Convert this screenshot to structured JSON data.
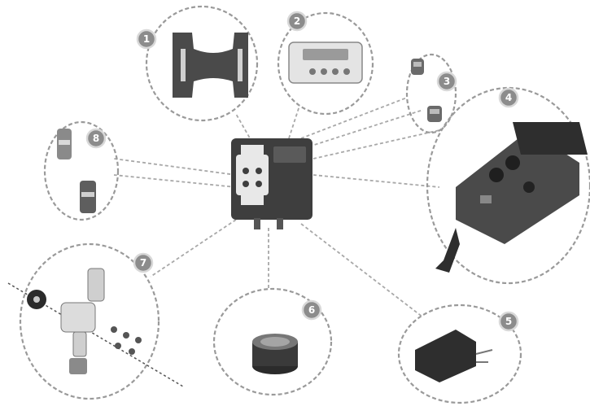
{
  "badges": [
    {
      "id": "1",
      "label": "1"
    },
    {
      "id": "2",
      "label": "2"
    },
    {
      "id": "3",
      "label": "3"
    },
    {
      "id": "4",
      "label": "4"
    },
    {
      "id": "5",
      "label": "5"
    },
    {
      "id": "6",
      "label": "6"
    },
    {
      "id": "7",
      "label": "7"
    },
    {
      "id": "8",
      "label": "8"
    }
  ],
  "colors": {
    "badge_fill": "#8c8c8c",
    "outline": "#9a9a9a",
    "part_dark": "#3a3a3a",
    "part_light": "#e6e6e6"
  }
}
